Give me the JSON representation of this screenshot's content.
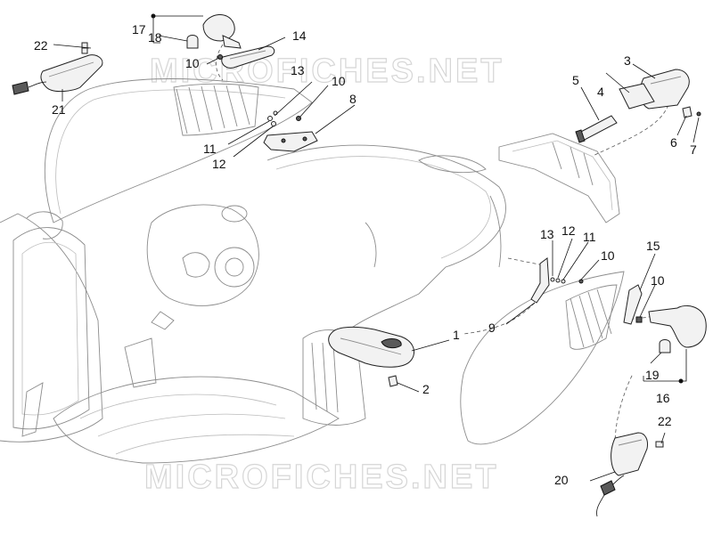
{
  "watermark": "MICROFICHES.NET",
  "callouts": [
    {
      "id": "c1",
      "label": "1"
    },
    {
      "id": "c2",
      "label": "2"
    },
    {
      "id": "c3",
      "label": "3"
    },
    {
      "id": "c4",
      "label": "4"
    },
    {
      "id": "c5",
      "label": "5"
    },
    {
      "id": "c6",
      "label": "6"
    },
    {
      "id": "c7",
      "label": "7"
    },
    {
      "id": "c8",
      "label": "8"
    },
    {
      "id": "c9",
      "label": "9"
    },
    {
      "id": "c10a",
      "label": "10"
    },
    {
      "id": "c10b",
      "label": "10"
    },
    {
      "id": "c10c",
      "label": "10"
    },
    {
      "id": "c10d",
      "label": "10"
    },
    {
      "id": "c11a",
      "label": "11"
    },
    {
      "id": "c11b",
      "label": "11"
    },
    {
      "id": "c12a",
      "label": "12"
    },
    {
      "id": "c12b",
      "label": "12"
    },
    {
      "id": "c13a",
      "label": "13"
    },
    {
      "id": "c13b",
      "label": "13"
    },
    {
      "id": "c14",
      "label": "14"
    },
    {
      "id": "c15",
      "label": "15"
    },
    {
      "id": "c16",
      "label": "16"
    },
    {
      "id": "c17",
      "label": "17"
    },
    {
      "id": "c18",
      "label": "18"
    },
    {
      "id": "c19",
      "label": "19"
    },
    {
      "id": "c20",
      "label": "20"
    },
    {
      "id": "c21",
      "label": "21"
    },
    {
      "id": "c22a",
      "label": "22"
    },
    {
      "id": "c22b",
      "label": "22"
    }
  ]
}
